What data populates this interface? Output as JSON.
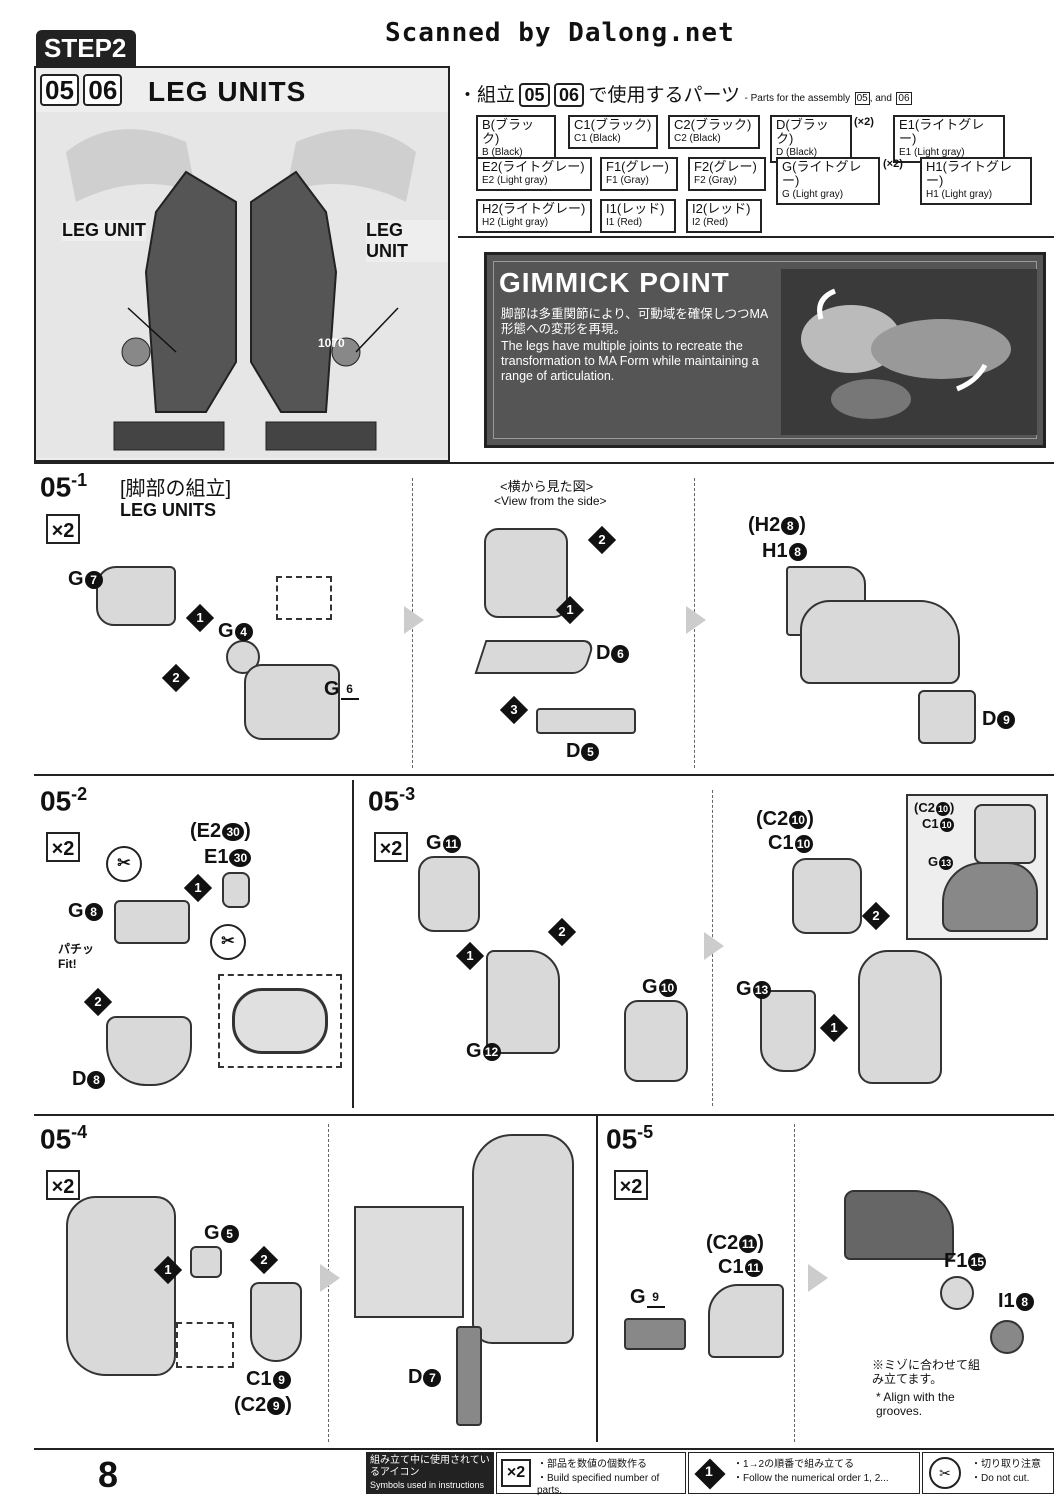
{
  "watermark": "Scanned by Dalong.net",
  "step": {
    "tab": "STEP2",
    "num1": "05",
    "num2": "06",
    "title": "LEG UNITS"
  },
  "hero": {
    "leg_left": "LEG UNIT",
    "leg_right": "LEG UNIT",
    "decal": "1070"
  },
  "parts": {
    "heading_jp_a": "・組立",
    "heading_num1": "05",
    "heading_num2": "06",
    "heading_jp_b": "で使用するパーツ",
    "heading_en": "- Parts for the assembly",
    "heading_en_num1": "05",
    "heading_en_and": ", and",
    "heading_en_num2": "06",
    "items": [
      {
        "jp": "B(ブラック)",
        "en": "B (Black)",
        "mult": ""
      },
      {
        "jp": "C1(ブラック)",
        "en": "C1 (Black)",
        "mult": ""
      },
      {
        "jp": "C2(ブラック)",
        "en": "C2 (Black)",
        "mult": ""
      },
      {
        "jp": "D(ブラック)",
        "en": "D (Black)",
        "mult": "(×2)"
      },
      {
        "jp": "E1(ライトグレー)",
        "en": "E1 (Light gray)",
        "mult": ""
      },
      {
        "jp": "E2(ライトグレー)",
        "en": "E2 (Light gray)",
        "mult": ""
      },
      {
        "jp": "F1(グレー)",
        "en": "F1 (Gray)",
        "mult": ""
      },
      {
        "jp": "F2(グレー)",
        "en": "F2 (Gray)",
        "mult": ""
      },
      {
        "jp": "G(ライトグレー)",
        "en": "G (Light gray)",
        "mult": "(×2)"
      },
      {
        "jp": "H1(ライトグレー)",
        "en": "H1 (Light gray)",
        "mult": ""
      },
      {
        "jp": "H2(ライトグレー)",
        "en": "H2 (Light gray)",
        "mult": ""
      },
      {
        "jp": "I1(レッド)",
        "en": "I1 (Red)",
        "mult": ""
      },
      {
        "jp": "I2(レッド)",
        "en": "I2 (Red)",
        "mult": ""
      }
    ]
  },
  "gimmick": {
    "title": "GIMMICK POINT",
    "jp": "脚部は多重関節により、可動域を確保しつつMA形態への変形を再現。",
    "en": "The legs have multiple joints to recreate the transformation to MA Form while maintaining a range of articulation."
  },
  "sections": {
    "s051": {
      "label": "05",
      "sub": "-1",
      "title_jp": "[脚部の組立]",
      "title_en": "LEG UNITS",
      "count": "×2",
      "side_view_jp": "<横から見た図>",
      "side_view_en": "<View from the side>",
      "parts": {
        "g7": "G",
        "g7n": "7",
        "g4": "G",
        "g4n": "4",
        "g6": "G",
        "g6n": "6",
        "d6": "D",
        "d6n": "6",
        "d5": "D",
        "d5n": "5",
        "h2": "(H2",
        "h2n": "8",
        "h2c": ")",
        "h1": "H1",
        "h1n": "8",
        "d9": "D",
        "d9n": "9"
      }
    },
    "s052": {
      "label": "05",
      "sub": "-2",
      "count": "×2",
      "fit": "パチッ Fit!",
      "parts": {
        "e2": "(E2",
        "e2n": "30",
        "e2c": ")",
        "e1": "E1",
        "e1n": "30",
        "g8": "G",
        "g8n": "8",
        "d8": "D",
        "d8n": "8"
      }
    },
    "s053": {
      "label": "05",
      "sub": "-3",
      "count": "×2",
      "parts": {
        "g11": "G",
        "g11n": "11",
        "g10": "G",
        "g10n": "10",
        "g12": "G",
        "g12n": "12",
        "c2": "(C2",
        "c2n": "10",
        "c2c": ")",
        "c1": "C1",
        "c1n": "10",
        "g13": "G",
        "g13n": "13",
        "inset_c2": "(C2",
        "inset_c2n": "10",
        "inset_c2c": ")",
        "inset_c1": "C1",
        "inset_c1n": "10",
        "inset_g13": "G",
        "inset_g13n": "13"
      }
    },
    "s054": {
      "label": "05",
      "sub": "-4",
      "count": "×2",
      "parts": {
        "g5": "G",
        "g5n": "5",
        "c1": "C1",
        "c1n": "9",
        "c2": "(C2",
        "c2n": "9",
        "c2c": ")",
        "d7": "D",
        "d7n": "7"
      }
    },
    "s055": {
      "label": "05",
      "sub": "-5",
      "count": "×2",
      "parts": {
        "c2": "(C2",
        "c2n": "11",
        "c2c": ")",
        "c1": "C1",
        "c1n": "11",
        "g9": "G",
        "g9n": "9",
        "f1": "F1",
        "f1n": "15",
        "i1": "I1",
        "i1n": "8"
      },
      "note_jp": "※ミゾに合わせて組み立てます。",
      "note_en": "* Align with the grooves."
    }
  },
  "footer": {
    "page": "8",
    "legend_title_jp": "組み立て中に使用されているアイコン",
    "legend_title_en": "Symbols used in instructions",
    "x2_icon": "×2",
    "x2_jp": "・部品を数値の個数作る",
    "x2_en": "・Build specified number of parts.",
    "order_icon": "1",
    "order_jp": "・1→2の順番で組み立てる",
    "order_en": "・Follow the numerical order 1, 2...",
    "cut_jp": "・切り取り注意",
    "cut_en": "・Do not cut."
  }
}
